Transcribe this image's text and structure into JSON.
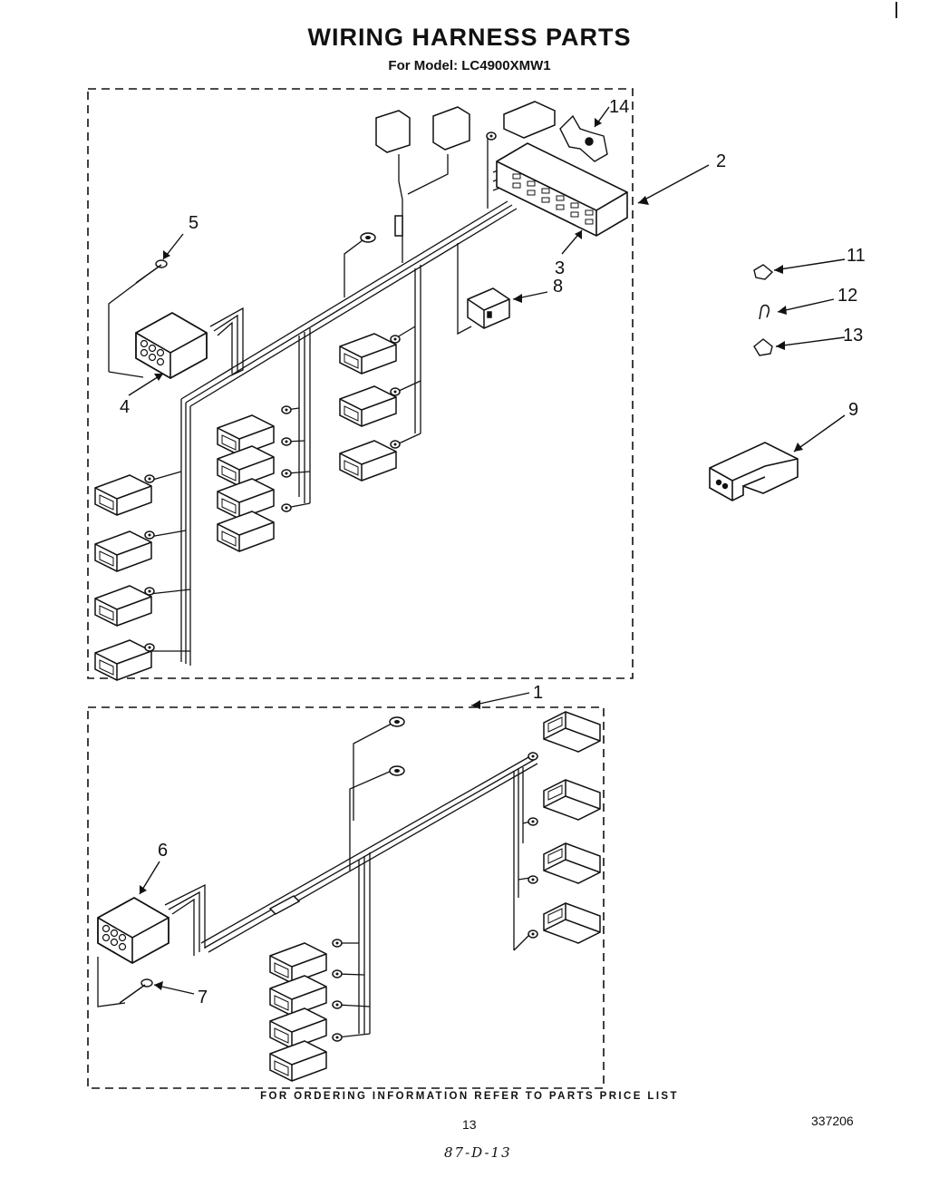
{
  "title": "WIRING HARNESS PARTS",
  "model_line": "For Model: LC4900XMW1",
  "footer": "FOR ORDERING INFORMATION REFER TO PARTS PRICE LIST",
  "page_number": "13",
  "part_number": "337206",
  "handwritten_note": "87-D-13",
  "callouts": {
    "c1": "1",
    "c2": "2",
    "c3": "3",
    "c4": "4",
    "c5": "5",
    "c6": "6",
    "c7": "7",
    "c8": "8",
    "c9": "9",
    "c11": "11",
    "c12": "12",
    "c13": "13",
    "c14": "14"
  }
}
